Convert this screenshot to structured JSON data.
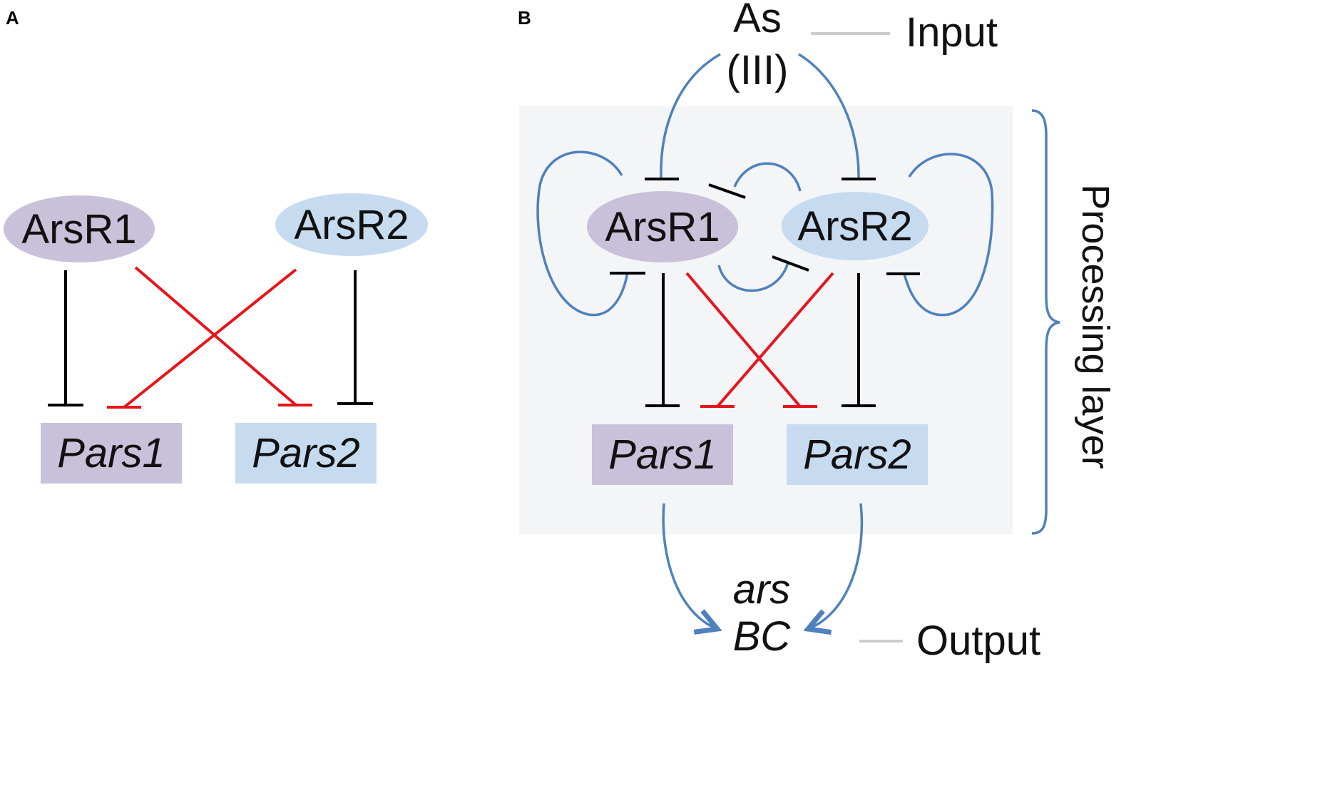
{
  "colors": {
    "arsr1_fill": "#c9c0da",
    "arsr2_fill": "#c6daf0",
    "layer_bg": "#f3f5f7",
    "self_repression": "#000000",
    "cross_repression": "#e8141b",
    "input_arrows": "#4f81bd"
  },
  "panel_a": {
    "label": "A",
    "nodes": {
      "arsr1": "ArsR1",
      "arsr2": "ArsR2"
    },
    "promoters": {
      "pars1": "Pars1",
      "pars2": "Pars2"
    }
  },
  "panel_b": {
    "label": "B",
    "input": {
      "line1": "As",
      "line2": "(III)",
      "tag": "Input"
    },
    "nodes": {
      "arsr1": "ArsR1",
      "arsr2": "ArsR2"
    },
    "promoters": {
      "pars1": "Pars1",
      "pars2": "Pars2"
    },
    "output": {
      "line1": "ars",
      "line2": "BC",
      "tag": "Output"
    },
    "layer_label": "Processing layer"
  }
}
